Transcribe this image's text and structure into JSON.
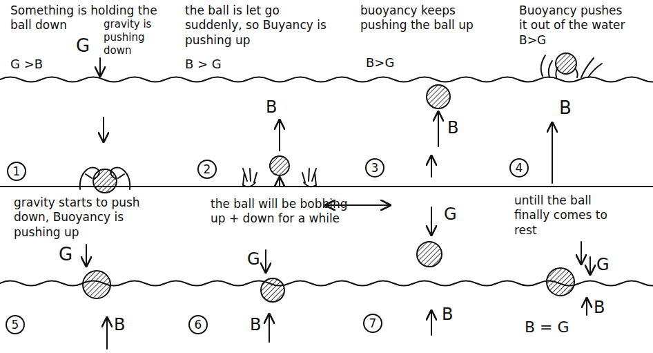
{
  "diagram": {
    "labels": [
      "Something is holding the ball down",
      "gravity is pushing down",
      "G",
      "G >B",
      "1",
      "the ball is let go suddenly, so Buyancy is pushing up",
      "B > G",
      "B",
      "2",
      "buoyancy keeps pushing the ball up",
      "B>G",
      "B",
      "3",
      "Buoyancy pushes it out of the water B>G",
      "B",
      "4",
      "gravity starts to push down, Buoyancy is pushing up",
      "G",
      "B",
      "5",
      "the ball will be bobbing up + down for a while",
      "G",
      "B",
      "6",
      "G",
      "B",
      "7",
      "untill the ball finally comes to rest",
      "G",
      "B",
      "B = G"
    ]
  }
}
